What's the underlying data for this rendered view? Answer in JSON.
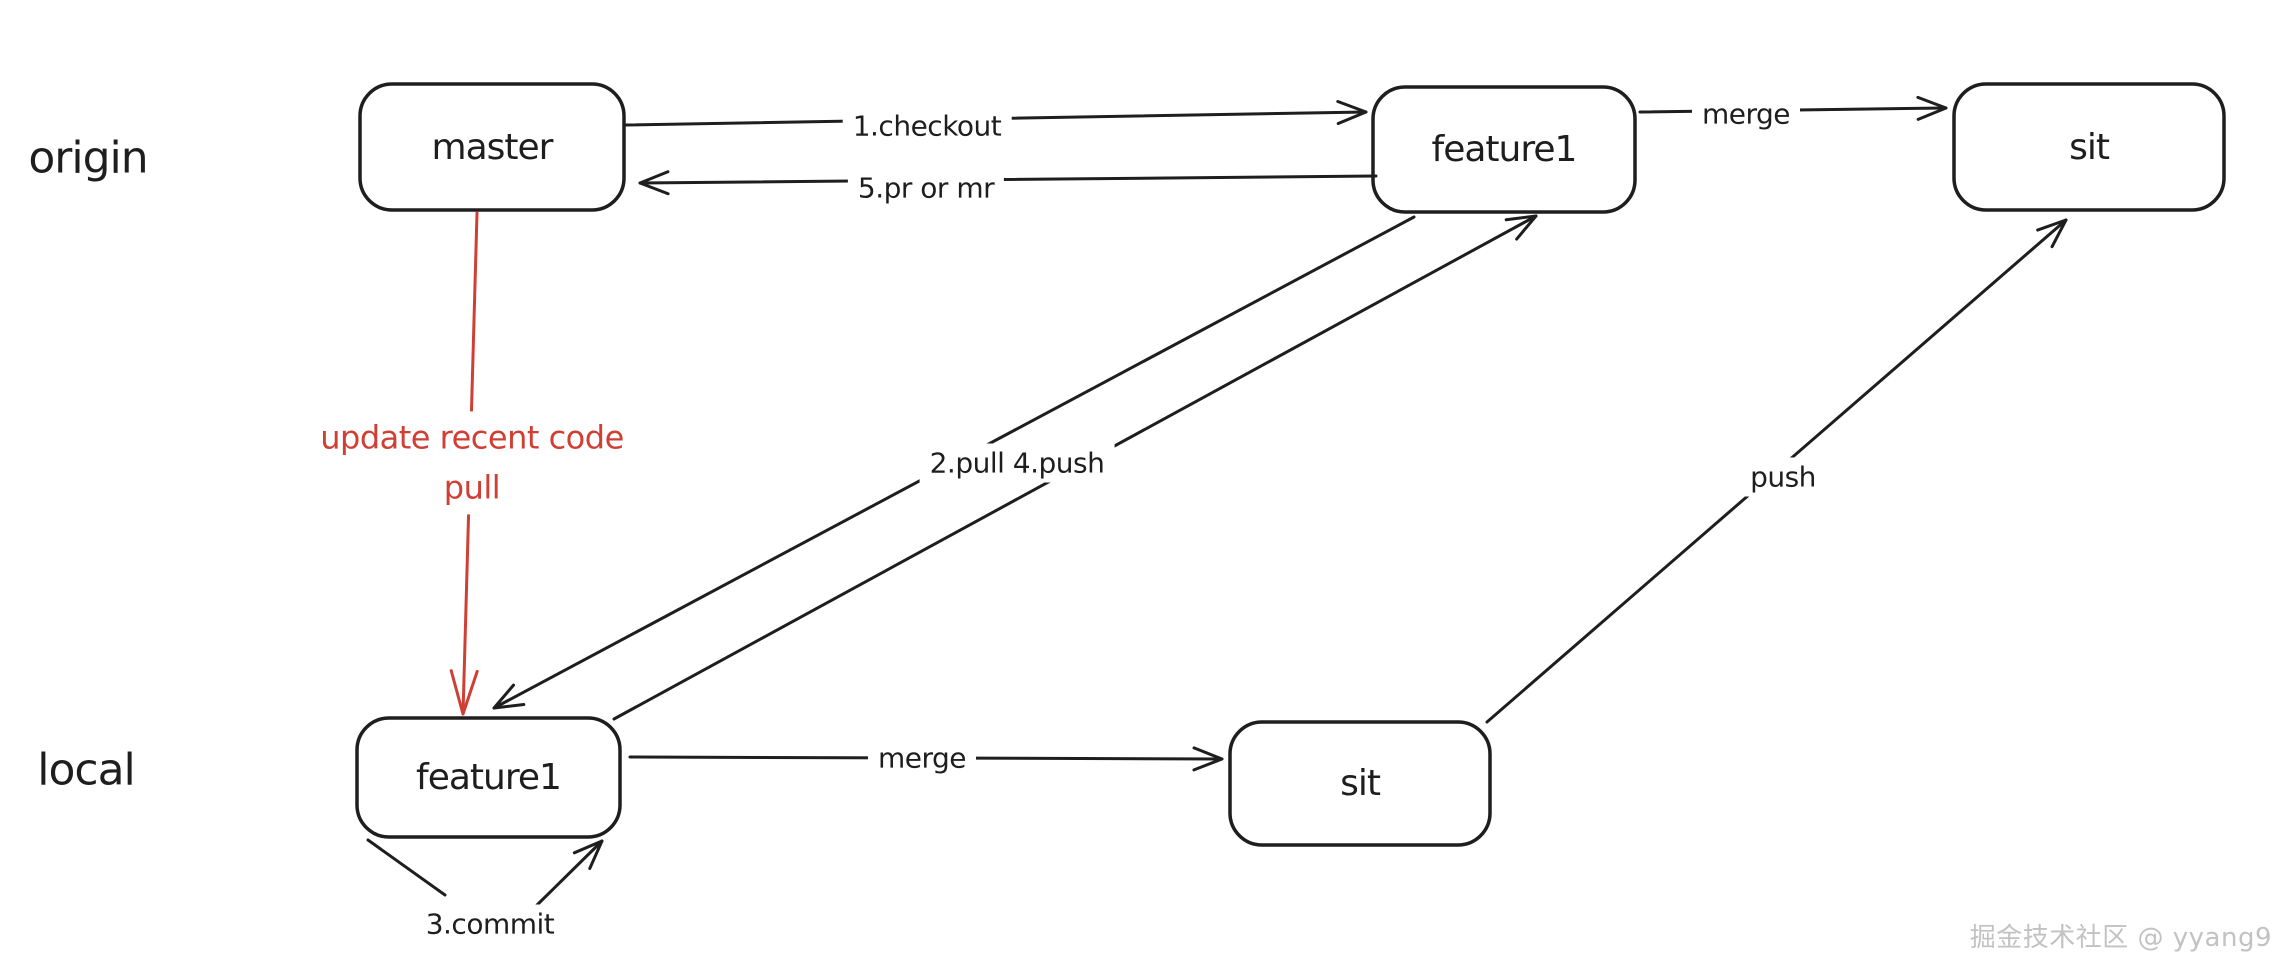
{
  "canvas": {
    "background": "#ffffff",
    "ink_color": "#1e1e1e",
    "accent_red": "#cf3f33",
    "watermark_color": "#c2c2c2"
  },
  "diagram": {
    "title": "git branch workflow between origin and local",
    "rows": [
      {
        "id": "origin",
        "label": "origin"
      },
      {
        "id": "local",
        "label": "local"
      }
    ],
    "nodes": [
      {
        "id": "origin-master",
        "row": "origin",
        "label": "master"
      },
      {
        "id": "origin-feature1",
        "row": "origin",
        "label": "feature1"
      },
      {
        "id": "origin-sit",
        "row": "origin",
        "label": "sit"
      },
      {
        "id": "local-feature1",
        "row": "local",
        "label": "feature1"
      },
      {
        "id": "local-sit",
        "row": "local",
        "label": "sit"
      }
    ],
    "edges": [
      {
        "id": "checkout",
        "from": "origin-master",
        "to": "origin-feature1",
        "label": "1.checkout"
      },
      {
        "id": "pr-or-mr",
        "from": "origin-feature1",
        "to": "origin-master",
        "label": "5.pr or mr"
      },
      {
        "id": "merge-origin",
        "from": "origin-feature1",
        "to": "origin-sit",
        "label": "merge"
      },
      {
        "id": "update-pull",
        "from": "origin-master",
        "to": "local-feature1",
        "label_line1": "update recent code",
        "label_line2": "pull",
        "color": "#cf3f33"
      },
      {
        "id": "pull-push",
        "from": "origin-feature1",
        "to": "local-feature1",
        "label": "2.pull 4.push"
      },
      {
        "id": "merge-local",
        "from": "local-feature1",
        "to": "local-sit",
        "label": "merge"
      },
      {
        "id": "push",
        "from": "local-sit",
        "to": "origin-sit",
        "label": "push"
      },
      {
        "id": "commit",
        "from": "local-feature1",
        "to": "local-feature1",
        "label": "3.commit"
      }
    ]
  },
  "watermark": "掘金技术社区 @ yyang9"
}
